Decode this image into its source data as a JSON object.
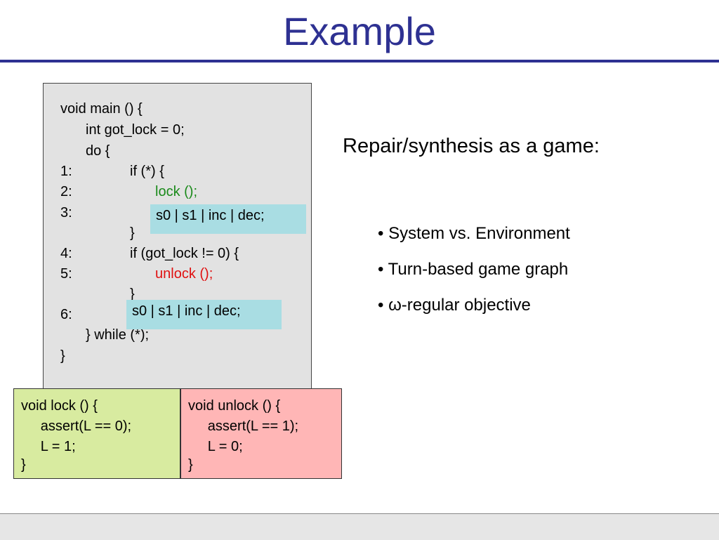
{
  "title": "Example",
  "code": {
    "lines": [
      "void main () {",
      "int got_lock = 0;",
      "do {",
      "1:",
      "if (*) {",
      "2:",
      "lock ();",
      "3:",
      "}",
      "4:",
      "if (got_lock != 0) {",
      "5:",
      "unlock ();",
      "}",
      "6:",
      "} while (*);",
      "}"
    ],
    "patch_label": "s0 | s1 | inc | dec;"
  },
  "lock_fn": {
    "lines": [
      "void lock () {",
      "     assert(L == 0);",
      "     L = 1;",
      "}"
    ]
  },
  "unlock_fn": {
    "lines": [
      "void unlock () {",
      "     assert(L == 1);",
      "     L = 0;",
      "}"
    ]
  },
  "right_heading": "Repair/synthesis as a game:",
  "bullets": [
    "• System vs. Environment",
    "• Turn-based game graph",
    "• ω-regular objective"
  ],
  "colors": {
    "title": "#2e3192",
    "code_bg": "#e2e2e2",
    "patch_bg": "#a9dde3",
    "lock_bg": "#d8eba0",
    "unlock_bg": "#ffb6b6",
    "lock_call": "#1a8a1a",
    "unlock_call": "#e01010"
  }
}
